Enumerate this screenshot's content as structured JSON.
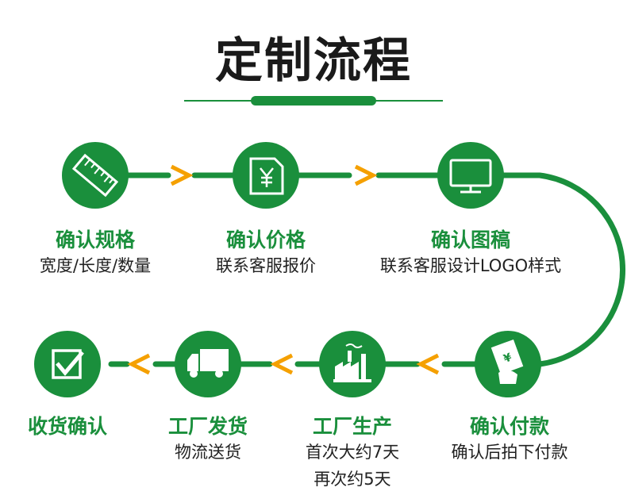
{
  "page_title": "定制流程",
  "colors": {
    "green": "#1a8f3c",
    "orange": "#f5a000",
    "text": "#1a1a1a"
  },
  "steps": [
    {
      "title": "确认规格",
      "desc": [
        "宽度/长度/数量"
      ],
      "icon": "ruler-icon"
    },
    {
      "title": "确认价格",
      "desc": [
        "联系客服报价"
      ],
      "icon": "price-tag-icon"
    },
    {
      "title": "确认图稿",
      "desc": [
        "联系客服设计LOGO样式"
      ],
      "icon": "monitor-icon"
    },
    {
      "title": "确认付款",
      "desc": [
        "确认后拍下付款"
      ],
      "icon": "payment-icon"
    },
    {
      "title": "工厂生产",
      "desc": [
        "首次大约7天",
        "再次约5天"
      ],
      "icon": "factory-icon"
    },
    {
      "title": "工厂发货",
      "desc": [
        "物流送货"
      ],
      "icon": "truck-icon"
    },
    {
      "title": "收货确认",
      "desc": [],
      "icon": "checkbox-icon"
    }
  ],
  "arrows": {
    "forward": ">",
    "backward": "<"
  }
}
